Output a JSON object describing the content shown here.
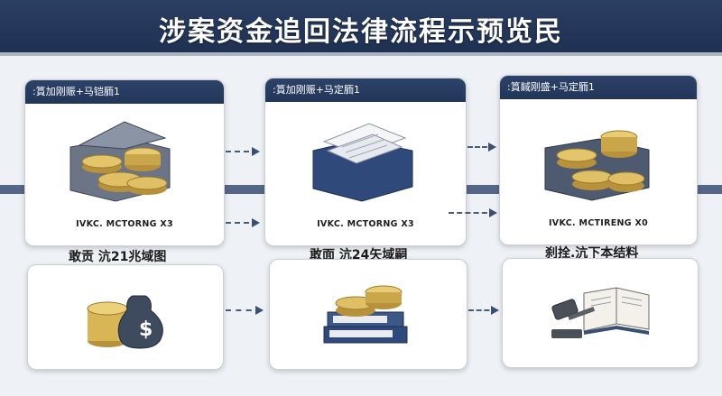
{
  "title": "涉案资金追回法律流程示预览民",
  "top_cards": [
    {
      "header": ":篔加刚赈+马铠胹1",
      "footer": "IVKC. MCTORNG X3",
      "icon": "briefcase-coins-icon"
    },
    {
      "header": ":篔加刚赈+马定胹1",
      "footer": "IVKC. MCTORNG X3",
      "icon": "document-tray-icon"
    },
    {
      "header": ":篔馘刚盛+马定胹1",
      "footer": "IVKC. MCTIRENG X0",
      "icon": "box-coins-icon"
    }
  ],
  "bottom_cards": [
    {
      "label": "敢贡 沆21兆域图",
      "icon": "money-bag-icon"
    },
    {
      "label": "敢面 沆24矢域嗣",
      "icon": "coins-on-books-icon"
    },
    {
      "label": "刹拴.沆下本结料",
      "icon": "gavel-book-icon"
    }
  ],
  "colors": {
    "navy": "#22365a",
    "coin": "#d8b655",
    "paper": "#e9ecf0"
  }
}
